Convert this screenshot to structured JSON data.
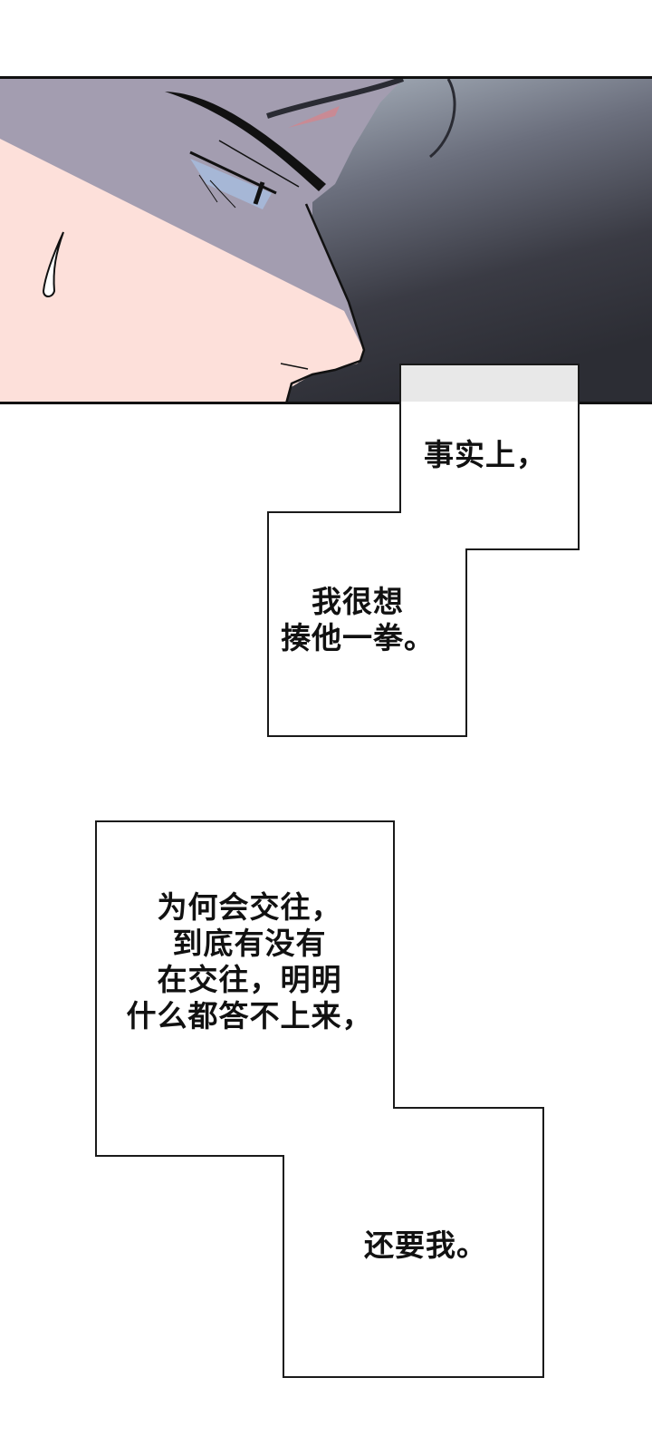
{
  "panel": {
    "description": "close-up side profile of a frowning man with sweat drop",
    "colors": {
      "skin_light": "#fde0da",
      "shadow": "#a39db0",
      "hair_dark": "#2e2f37",
      "hair_light": "#a9b2bd",
      "eye_blue": "#a6b7d6",
      "blush": "#c98a94"
    }
  },
  "captions": [
    {
      "lines": [
        "事实上，"
      ],
      "lines2": [
        "我很想",
        "揍他一拳。"
      ],
      "text_top": "事实上，",
      "text_bottom": "我很想\n揍他一拳。"
    },
    {
      "text_top": "为何会交往，\n到底有没有\n在交往，明明\n什么都答不上来，",
      "text_bottom": "还要我。"
    }
  ]
}
